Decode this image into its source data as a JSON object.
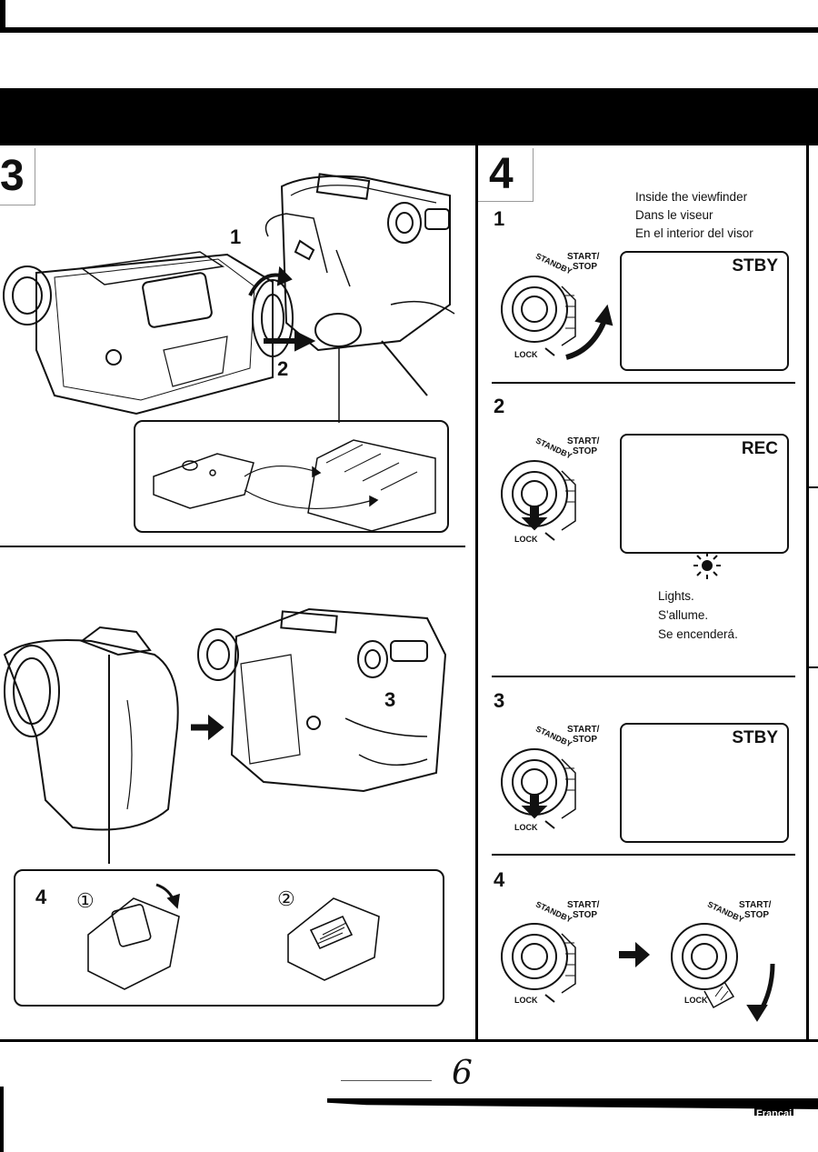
{
  "section3": {
    "number": "3",
    "callouts": [
      "1",
      "2",
      "3",
      "4"
    ],
    "inset_markers": [
      "①",
      "②"
    ]
  },
  "section4": {
    "number": "4",
    "viewfinder_caption": [
      "Inside the viewfinder",
      "Dans le viseur",
      "En el interior del visor"
    ],
    "steps": [
      {
        "num": "1",
        "screen": "STBY"
      },
      {
        "num": "2",
        "screen": "REC"
      },
      {
        "num": "3",
        "screen": "STBY"
      },
      {
        "num": "4"
      }
    ],
    "dial": {
      "start": "START/",
      "stop": "STOP",
      "standby": "STANDBY",
      "lock": "LOCK"
    },
    "lights": [
      "Lights.",
      "S'allume.",
      "Se encenderá."
    ]
  },
  "footer": {
    "page_number": "6",
    "lang_tab": "Françai"
  }
}
